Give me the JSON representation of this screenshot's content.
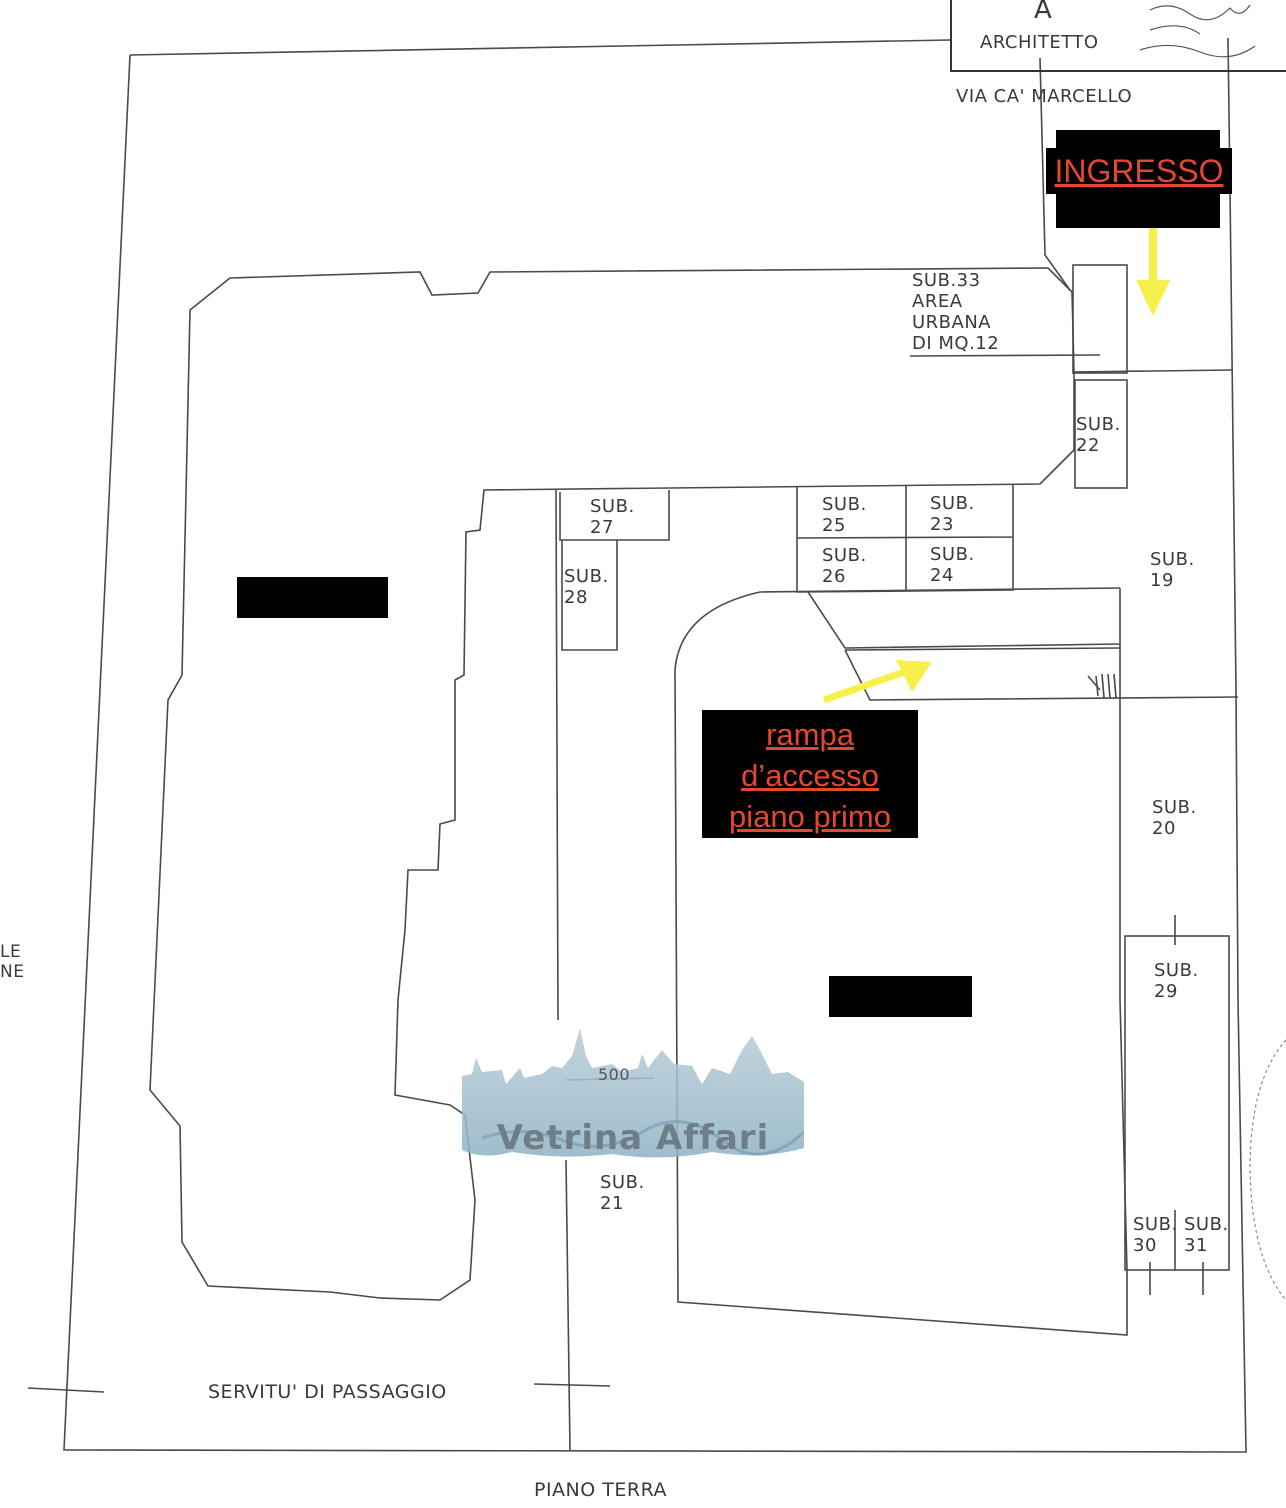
{
  "header": {
    "stamp_letter": "A",
    "stamp_role": "ARCHITETTO",
    "street": "VIA CA' MARCELLO"
  },
  "callouts": {
    "entrance": "INGRESSO",
    "ramp_line1": "rampa",
    "ramp_line2": "d’accesso",
    "ramp_line3": "piano primo"
  },
  "units": {
    "sub33": "SUB.33\nAREA\nURBANA\nDI MQ.12",
    "sub22": "SUB.\n22",
    "sub27": "SUB.\n27",
    "sub28": "SUB.\n28",
    "sub25": "SUB.\n25",
    "sub23": "SUB.\n23",
    "sub26": "SUB.\n26",
    "sub24": "SUB.\n24",
    "sub19": "SUB.\n19",
    "sub20": "SUB.\n20",
    "sub29": "SUB.\n29",
    "sub21": "SUB.\n21",
    "sub30": "SUB.\n30",
    "sub31": "SUB.\n31"
  },
  "scale_label": "500",
  "margin_fragment": "LE\nNE",
  "easement": "SERVITU' DI PASSAGGIO",
  "floor": "PIANO TERRA",
  "watermark": "Vetrina Affari",
  "colors": {
    "line": "#4a4a4a",
    "callout_text": "#e5462f",
    "arrow": "#f6f04a",
    "redaction": "#000000"
  }
}
